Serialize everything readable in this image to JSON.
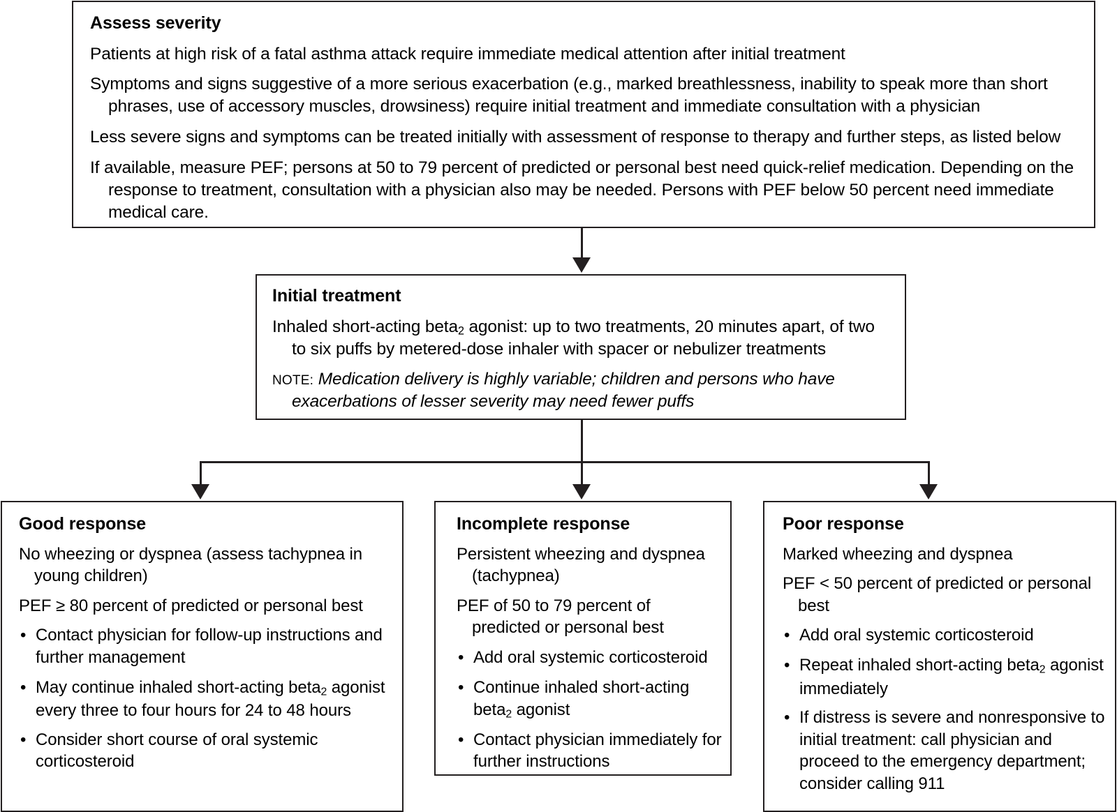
{
  "assess": {
    "title": "Assess severity",
    "paragraphs": [
      "Patients at high risk of a fatal asthma attack require immediate medical attention after initial treatment",
      "Symptoms and signs suggestive of a more serious exacerbation (e.g., marked breathlessness, inability to speak more than short phrases, use of accessory muscles, drowsiness) require initial treatment and immediate consultation with a physician",
      "Less severe signs and symptoms can be treated initially with assessment of response to therapy and further steps, as listed below",
      "If available, measure PEF; persons at 50 to 79 percent of predicted or personal best need quick-relief medication. Depending on the response to treatment, consultation with a physician also may be needed. Persons with PEF below 50 percent need immediate medical care."
    ]
  },
  "initial": {
    "title": "Initial treatment",
    "line1_a": "Inhaled short-acting beta",
    "line1_sub": "2",
    "line1_b": " agonist: up to two treatments, 20 minutes apart, of two to six puffs by metered-dose inhaler with spacer or nebulizer treatments",
    "note_label": "NOTE:",
    "note_text": "Medication delivery is highly variable; children and persons who have exacerbations of lesser severity may need fewer puffs"
  },
  "good": {
    "title": "Good response",
    "paragraphs": [
      "No wheezing or dyspnea (assess tachypnea in young children)",
      "PEF ≥ 80 percent of predicted or personal best"
    ],
    "bullets": [
      {
        "text_a": "Contact physician for follow-up instructions and further management",
        "sub": "",
        "text_b": ""
      },
      {
        "text_a": "May continue inhaled short-acting beta",
        "sub": "2",
        "text_b": " agonist every three to four hours for 24 to 48 hours"
      },
      {
        "text_a": "Consider short course of oral systemic corticosteroid",
        "sub": "",
        "text_b": ""
      }
    ]
  },
  "incomplete": {
    "title": "Incomplete response",
    "paragraphs": [
      "Persistent wheezing and dyspnea (tachypnea)",
      "PEF of 50 to 79 percent of predicted or personal best"
    ],
    "bullets": [
      {
        "text_a": "Add oral systemic corticosteroid",
        "sub": "",
        "text_b": ""
      },
      {
        "text_a": "Continue inhaled short-acting beta",
        "sub": "2",
        "text_b": " agonist"
      },
      {
        "text_a": "Contact physician immediately for further instructions",
        "sub": "",
        "text_b": ""
      }
    ]
  },
  "poor": {
    "title": "Poor response",
    "paragraphs": [
      "Marked wheezing and dyspnea",
      "PEF < 50 percent of predicted or personal best"
    ],
    "bullets": [
      {
        "text_a": "Add oral systemic corticosteroid",
        "sub": "",
        "text_b": ""
      },
      {
        "text_a": "Repeat inhaled short-acting beta",
        "sub": "2",
        "text_b": " agonist immediately"
      },
      {
        "text_a": "If distress is severe and nonresponsive to initial treatment: call physician and proceed to the emergency department; consider calling 911",
        "sub": "",
        "text_b": ""
      }
    ]
  },
  "symbols": {
    "bullet": "•"
  },
  "colors": {
    "ink": "#231f20",
    "paper": "#ffffff"
  }
}
